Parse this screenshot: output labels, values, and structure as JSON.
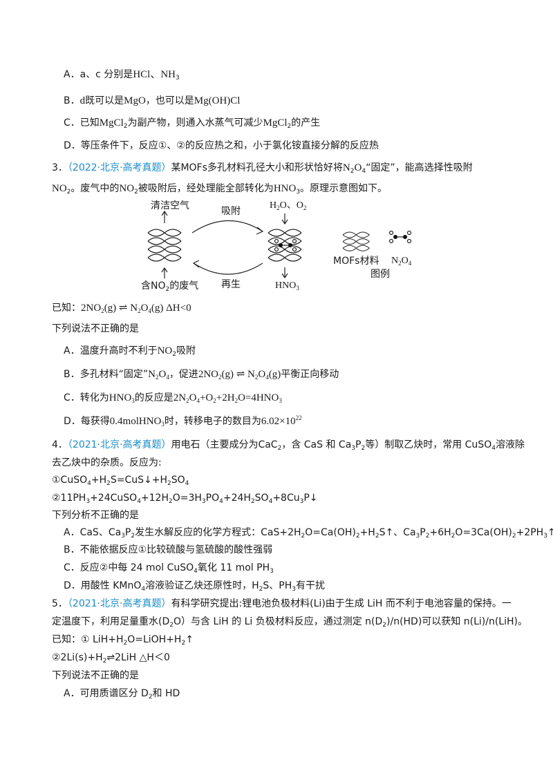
{
  "q2": {
    "optA_pre": "A．a、c 分别是",
    "optA_math": "HCl、NH",
    "optA_sub": "3",
    "optB_pre": "B．",
    "optB_d": "d",
    "optB_mid": "既可以是",
    "optB_m1": "MgO",
    "optB_mid2": "，也可以是",
    "optB_m2": "Mg(OH)Cl",
    "optC_pre": "C．已知",
    "optC_m1": "MgCl",
    "optC_m1sub": "2",
    "optC_mid": "为副产物，则通入水蒸气可减少",
    "optC_m2": "MgCl",
    "optC_m2sub": "2",
    "optC_post": "的产生",
    "optD": "D．等压条件下，反应①、②的反应热之和，小于氯化铵直接分解的反应热"
  },
  "q3": {
    "num": "3．",
    "source": "（2022·北京·高考真题）",
    "stem1": "某MOFs多孔材料孔径大小和形状恰好将",
    "stem1_m": "N",
    "stem1_msub": "2",
    "stem1_m2": "O",
    "stem1_m2sub": "4",
    "stem1_post": "“固定”，能高选择性吸附",
    "stem2_m1": "NO",
    "stem2_m1sub": "2",
    "stem2_mid": "。废气中的",
    "stem2_m2": "NO",
    "stem2_m2sub": "2",
    "stem2_mid2": "被吸附后，经处理能全部转化为",
    "stem2_m3": "HNO",
    "stem2_m3sub": "3",
    "stem2_post": "。原理示意图如下。",
    "fig": {
      "clean_air": "清洁空气",
      "adsorb": "吸附",
      "h2o_o2": "H",
      "h2o_sub": "2",
      "h2o_rest": "O、O",
      "o2_sub": "2",
      "waste_gas_pre": "含NO",
      "waste_gas_sub": "2",
      "waste_gas_post": "的废气",
      "regen": "再生",
      "hno3": "HNO",
      "hno3_sub": "3",
      "legend_mofs": "MOFs材料",
      "legend_n2o4": "N",
      "legend_n2o4_sub1": "2",
      "legend_n2o4_o": "O",
      "legend_n2o4_sub2": "4",
      "legend_title": "图例"
    },
    "known_pre": "已知：",
    "known_eq": "2NO",
    "known_eq2": "(g) ⇌ N",
    "known_eq3": "O",
    "known_eq4": "(g) ΔH<0",
    "ask": "下列说法不正确的是",
    "optA_pre": "A．温度升高时不利于",
    "optA_m": "NO",
    "optA_msub": "2",
    "optA_post": "吸附",
    "optB_pre": "B．多孔材料“固定”",
    "optB_m": "N",
    "optB_mid": "，促进",
    "optB_eq": "2NO",
    "optB_eq2": "(g) ⇌ N",
    "optB_eq3": "O",
    "optB_eq4": "(g)",
    "optB_post": "平衡正向移动",
    "optC_pre": "C．转化为",
    "optC_m": "HNO",
    "optC_mid": "的反应是",
    "optC_eq": "2N",
    "optC_eq2": "O",
    "optC_eq3": "+O",
    "optC_eq4": "+2H",
    "optC_eq5": "O=4HNO",
    "optD_pre": "D．每获得",
    "optD_m": "0.4molHNO",
    "optD_mid": "时，转移电子的数目为",
    "optD_num": "6.02×10",
    "optD_exp": "22"
  },
  "q4": {
    "num": "4．",
    "source": "（2021·北京·高考真题）",
    "stem1": "用电石（主要成分为CaC",
    "stem1_b": "，含 CaS 和 Ca",
    "stem1_c": "P",
    "stem1_d": "等）制取乙炔时，常用 CuSO",
    "stem1_e": "溶液除",
    "stem2": "去乙炔中的杂质。反应为:",
    "r1": "①CuSO",
    "r1b": "+H",
    "r1c": "S=CuS↓+H",
    "r1d": "SO",
    "r2": "②11PH",
    "r2b": "+24CuSO",
    "r2c": "+12H",
    "r2d": "O=3H",
    "r2e": "PO",
    "r2f": "+24H",
    "r2g": "SO",
    "r2h": "+8Cu",
    "r2i": "P↓",
    "ask": "下列分析不正确的是",
    "optA": "A．CaS、Ca",
    "optA_b": "P",
    "optA_c": "发生水解反应的化学方程式：CaS+2H",
    "optA_d": "O=Ca(OH)",
    "optA_e": "+H",
    "optA_f": "S↑、Ca",
    "optA_g": "P",
    "optA_h": "+6H",
    "optA_i": "O=3Ca(OH)",
    "optA_j": "+2PH",
    "optA_k": "↑",
    "optB": "B．不能依据反应①比较硫酸与氢硫酸的酸性强弱",
    "optC": "C．反应②中每 24 mol CuSO",
    "optC_b": "氧化 11 mol PH",
    "optD": "D．用酸性 KMnO",
    "optD_b": "溶液验证乙炔还原性时，H",
    "optD_c": "S、PH",
    "optD_d": "有干扰"
  },
  "q5": {
    "num": "5．",
    "source": "（2021·北京·高考真题）",
    "stem1": "有科学研究提出:锂电池负极材料(Li)由于生成 LiH 而不利于电池容量的保持。一",
    "stem2": "定温度下，利用足量重水(D",
    "stem2_b": "O）与含 LiH 的 Li 负极材料反应，通过测定 n(D",
    "stem2_c": ")/n(HD)可以获知  n(Li)/n(LiH)。",
    "known1": "已知：① LiH+H",
    "known1_b": "O=LiOH+H",
    "known1_c": "↑",
    "known2": "②2Li(s)+H",
    "known2_b": "⇌2LiH  △H＜0",
    "ask": "下列说法不正确的是",
    "optA": "A．可用质谱区分 D",
    "optA_b": "和 HD"
  }
}
